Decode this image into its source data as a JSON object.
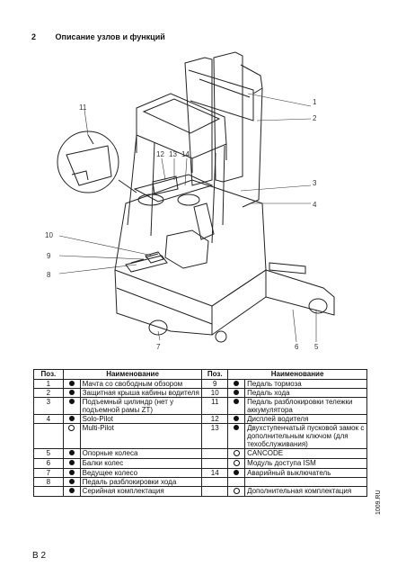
{
  "header": {
    "section_number": "2",
    "title": "Описание узлов и функций"
  },
  "figure": {
    "callouts": [
      "1",
      "2",
      "3",
      "4",
      "5",
      "6",
      "7",
      "8",
      "9",
      "10",
      "11",
      "12",
      "13",
      "14"
    ]
  },
  "table": {
    "headers": {
      "pos": "Поз.",
      "name": "Наименование"
    },
    "rows": [
      {
        "left": {
          "pos": "1",
          "mark": "dot",
          "name": "Мачта со свободным обзором"
        },
        "right": {
          "pos": "9",
          "mark": "dot",
          "name": "Педаль тормоза"
        }
      },
      {
        "left": {
          "pos": "2",
          "mark": "dot",
          "name": "Защитная крыша кабины водителя"
        },
        "right": {
          "pos": "10",
          "mark": "dot",
          "name": "Педаль хода"
        }
      },
      {
        "left": {
          "pos": "3",
          "mark": "dot",
          "name": "Подъемный цилиндр (нет у подъемной рамы ZT)"
        },
        "right": {
          "pos": "11",
          "mark": "dot",
          "name": "Педаль разблокировки тележки аккумулятора"
        }
      },
      {
        "left": {
          "pos": "4",
          "mark": "dot",
          "name": "Solo-Pilot"
        },
        "right": {
          "pos": "12",
          "mark": "dot",
          "name": "Дисплей водителя"
        }
      },
      {
        "left": {
          "pos": "",
          "mark": "circle",
          "name": "Multi-Pilot"
        },
        "right": {
          "pos": "13",
          "mark": "dot",
          "name": "Двухступенчатый пусковой замок с дополнительным ключом (для техобслуживания)"
        }
      },
      {
        "left": {
          "pos": "5",
          "mark": "dot",
          "name": "Опорные колеса"
        },
        "right": {
          "pos": "",
          "mark": "circle",
          "name": "CANCODE"
        }
      },
      {
        "left": {
          "pos": "6",
          "mark": "dot",
          "name": "Балки колес"
        },
        "right": {
          "pos": "",
          "mark": "circle",
          "name": "Модуль доступа ISM"
        }
      },
      {
        "left": {
          "pos": "7",
          "mark": "dot",
          "name": "Ведущее колесо"
        },
        "right": {
          "pos": "14",
          "mark": "dot",
          "name": "Аварийный выключатель"
        }
      },
      {
        "left": {
          "pos": "8",
          "mark": "dot",
          "name": "Педаль разблокировки хода"
        },
        "right": {
          "pos": "",
          "mark": "",
          "name": ""
        }
      },
      {
        "left": {
          "pos": "",
          "mark": "dot",
          "name": "Серийная комплектация"
        },
        "right": {
          "pos": "",
          "mark": "circle",
          "name": "Дополнительная комплектация"
        }
      }
    ]
  },
  "doc_code": "1009.RU",
  "page_number": "B 2"
}
